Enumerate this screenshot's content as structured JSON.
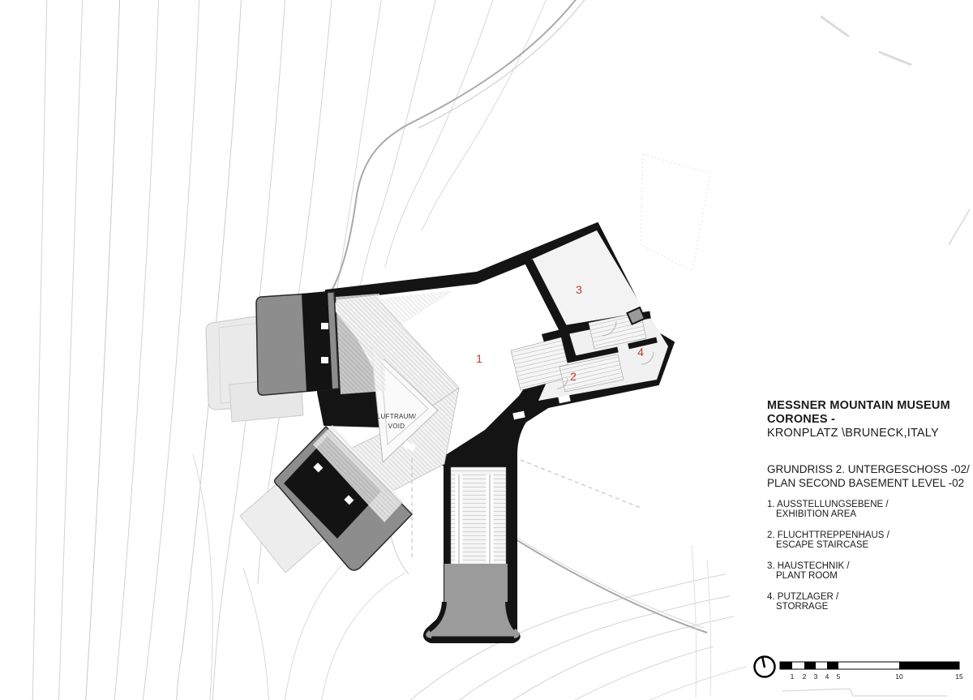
{
  "drawing": {
    "title_line1": "MESSNER MOUNTAIN MUSEUM",
    "title_line2": "CORONES -",
    "title_line3": "KRONPLATZ \\BRUNECK,ITALY",
    "plan_title_line1": "GRUNDRISS 2. UNTERGESCHOSS -02/",
    "plan_title_line2": "PLAN SECOND BASEMENT LEVEL -02",
    "legend": [
      {
        "num": "1.",
        "line1": "AUSSTELLUNGSEBENE /",
        "line2": "EXHIBITION AREA"
      },
      {
        "num": "2.",
        "line1": "FLUCHTTREPPENHAUS /",
        "line2": "ESCAPE STAIRCASE"
      },
      {
        "num": "3.",
        "line1": "HAUSTECHNIK /",
        "line2": "PLANT ROOM"
      },
      {
        "num": "4.",
        "line1": "PUTZLAGER /",
        "line2": "STORRAGE"
      }
    ],
    "plan_labels": {
      "room1": "1",
      "room2": "2",
      "room3": "3",
      "room4": "4",
      "void_line1": "LUFTRAUM/",
      "void_line2": "VOID"
    },
    "scale_bar": {
      "labels": [
        "1",
        "2",
        "3",
        "4",
        "5",
        "10",
        "15"
      ],
      "icon": "north-arrow-icon"
    },
    "colors": {
      "wall": "#141414",
      "volume_gray": "#8d8d8d",
      "room_number_red": "#c0392b",
      "contour_gray": "#d0d0d0"
    }
  }
}
